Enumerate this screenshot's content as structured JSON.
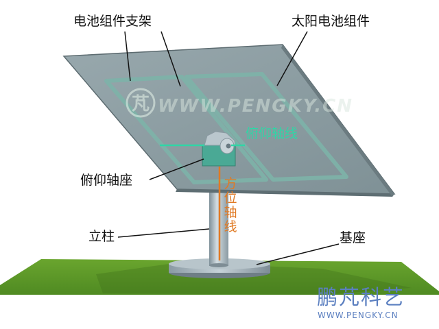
{
  "labels": {
    "bracket": "电池组件支架",
    "module": "太阳电池组件",
    "elevation_axis": "俯仰轴线",
    "elevation_seat": "俯仰轴座",
    "azimuth_axis_chars": [
      "方",
      "位",
      "轴",
      "线"
    ],
    "pillar": "立柱",
    "base": "基座"
  },
  "watermark": {
    "logo_glyph": "芃",
    "text": "WWW.PENGKY.CN"
  },
  "brand": {
    "name": "鹏芃科艺",
    "url": "WWW.PENGKY.CN"
  },
  "colors": {
    "panel": "#8a9ba0",
    "panel_edge": "#5d6c71",
    "panel_inner_frame": "#7db2a8",
    "ground": "#5c9a28",
    "mount": "#4aa995",
    "pillar": "#a9b8bf",
    "elevation_axis_line": "#2fd6a6",
    "azimuth_axis_line": "#e07a24",
    "label_text": "#111111",
    "brand": "#5b7fc0",
    "watermark": "#d9e6de"
  }
}
